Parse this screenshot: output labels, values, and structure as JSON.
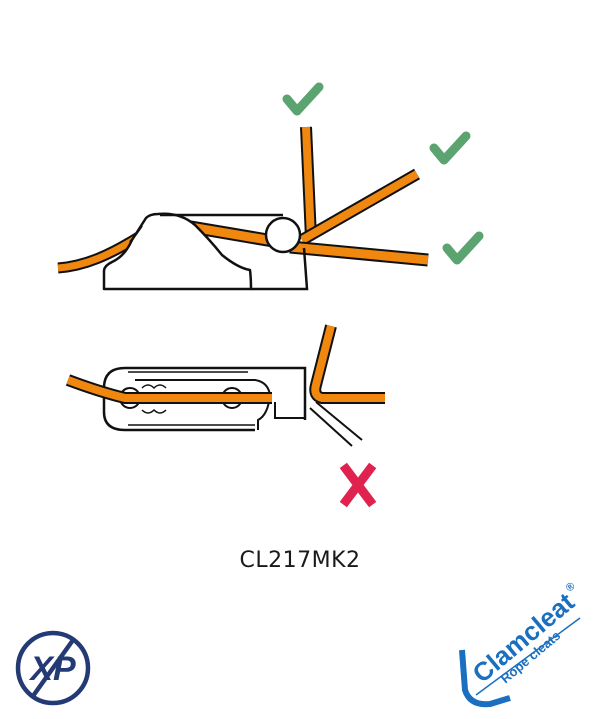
{
  "figure": {
    "model_label": "CL217MK2",
    "top_diagram": {
      "title": "side-view-rope-angles",
      "indicators": [
        {
          "name": "vertical-rope-ok",
          "symbol": "check",
          "status": "correct"
        },
        {
          "name": "diagonal-rope-ok",
          "symbol": "check",
          "status": "correct"
        },
        {
          "name": "horizontal-rope-ok",
          "symbol": "check",
          "status": "correct"
        }
      ]
    },
    "bottom_diagram": {
      "title": "top-view-rope-lead",
      "indicators": [
        {
          "name": "angled-rope-incorrect",
          "symbol": "cross",
          "status": "incorrect"
        }
      ]
    }
  },
  "logos": {
    "left": {
      "text": "XP"
    },
    "right": {
      "brand": "Clamcleat",
      "registered": "®",
      "tagline": "Rope cleats"
    }
  },
  "colors": {
    "rope": "#f0870f",
    "outline": "#111111",
    "check": "#5ba36f",
    "cross": "#e0234e",
    "xp_navy": "#243a75",
    "clamcleat_blue": "#1a6fc0",
    "background": "#ffffff"
  }
}
